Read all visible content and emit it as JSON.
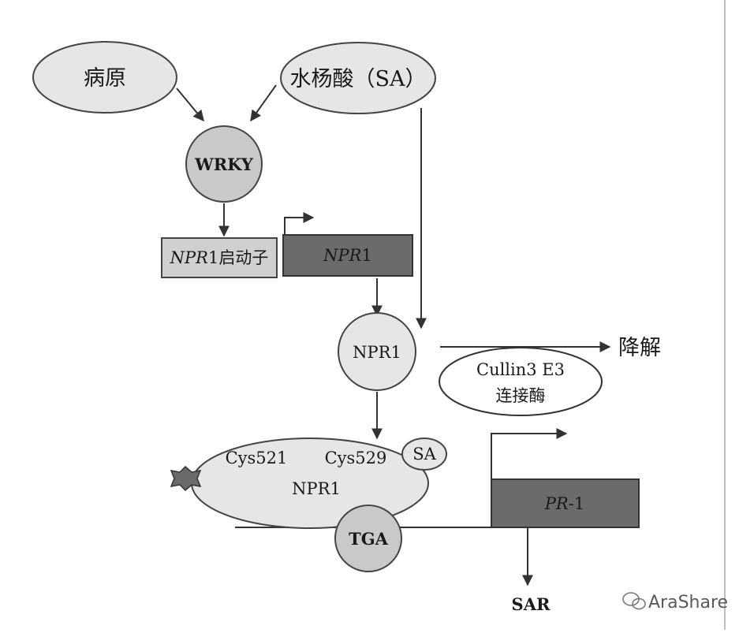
{
  "nodes": {
    "pathogen": "病原",
    "salicylic_acid": "水杨酸（SA）",
    "wrky": "WRKY",
    "npr1_promoter_italic": "NPR",
    "npr1_promoter_rest": "1启动子",
    "npr1_gene_italic": "NPR",
    "npr1_gene_rest": "1",
    "npr1_protein": "NPR1",
    "degradation": "降解",
    "cullin_line1": "Cullin3 E3",
    "cullin_line2": "连接酶",
    "cys521": "Cys521",
    "cys529": "Cys529",
    "sa_small": "SA",
    "npr1_complex": "NPR1",
    "tga": "TGA",
    "pr1_italic": "PR",
    "pr1_rest": "-1",
    "sar": "SAR"
  },
  "watermark": "AraShare",
  "colors": {
    "ellipse_light": "#e6e6e6",
    "circle_gray": "#c9c9c9",
    "promoter_box": "#d0d0d0",
    "gene_box": "#6b6b6b",
    "line": "#333333"
  }
}
